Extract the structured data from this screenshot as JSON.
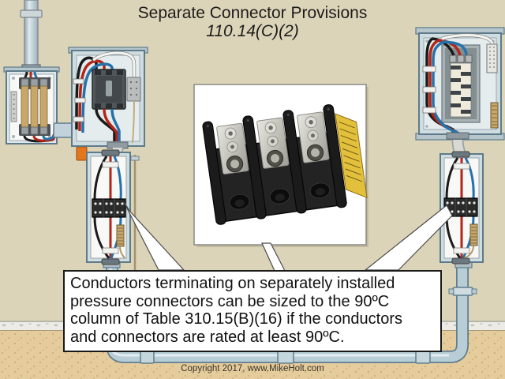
{
  "title": {
    "line1": "Separate Connector Provisions",
    "line2": "110.14(C)(2)"
  },
  "callout": {
    "lines": [
      "Conductors terminating on separately installed",
      "pressure connectors can be sized to the 90ºC",
      "column of Table 310.15(B)(16) if the conductors",
      "and connectors are rated at least 90ºC."
    ]
  },
  "footer": {
    "copyright": "Copyright 2017, www.MikeHolt.com"
  },
  "colors": {
    "wall": "#dcd4b8",
    "sand": "#e5cc9d",
    "concrete": "#ecebe6",
    "conduit_fill": "#b8cdd6",
    "conduit_edge": "#5f7e8e",
    "enclosure_fill": "#cfdce0",
    "enclosure_border": "#5d7b8a",
    "interior_white": "#f8f8f6",
    "wire_black": "#1a1a1a",
    "wire_red": "#b22518",
    "wire_blue": "#2472aa",
    "wire_white": "#f4f4f2",
    "bare_conductor": "#c6ab7c",
    "fuse_body": "#c9a769",
    "breaker_gray": "#50565a",
    "block_black": "#2b2b2b",
    "label_yellow": "#e3c03c",
    "tag_orange": "#e2771d",
    "text_dark": "#1c1c1c"
  }
}
